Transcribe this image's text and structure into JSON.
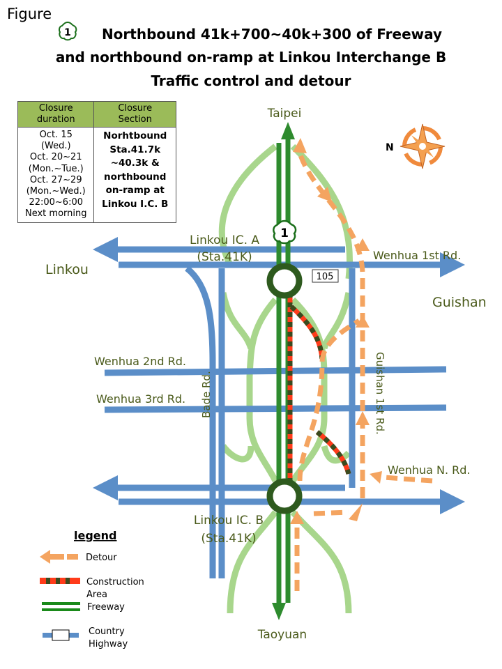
{
  "figure_label": "Figure",
  "title": {
    "freeway_number": "1",
    "line1": "Northbound 41k+700~40k+300 of Freeway",
    "line2": "and northbound on-ramp at  Linkou Interchange B",
    "line3": "Traffic control and detour"
  },
  "table": {
    "headers": [
      [
        "Closure",
        "duration"
      ],
      [
        "Closure",
        "Section"
      ]
    ],
    "duration": [
      "Oct. 15",
      "(Wed.)",
      "Oct. 20~21",
      "(Mon.~Tue.)",
      "Oct. 27~29",
      "(Mon.~Wed.)",
      "22:00~6:00",
      "Next morning"
    ],
    "section": [
      "Norhtbound",
      "Sta.41.7k",
      "~40.3k &",
      "northbound",
      "on-ramp at",
      "Linkou I.C. B"
    ]
  },
  "compass": {
    "label": "N"
  },
  "map": {
    "taipei": "Taipei",
    "taoyuan": "Taoyuan",
    "linkou": "Linkou",
    "guishan": "Guishan",
    "ic_a": "Linkou IC. A",
    "ic_a_sta": "(Sta.41K)",
    "ic_b": "Linkou IC. B",
    "ic_b_sta": "(Sta.41K)",
    "wenhua1": "Wenhua 1st Rd.",
    "wenhua2": "Wenhua 2nd Rd.",
    "wenhua3": "Wenhua 3rd Rd.",
    "wenhuan": "Wenhua N. Rd.",
    "bade": "Bade Rd.",
    "guishan1": "Guishan 1st Rd.",
    "route105": "105",
    "freeway_shield": "1"
  },
  "legend": {
    "title": "legend",
    "detour": "Detour",
    "construction1": "Construction",
    "construction2": "Area",
    "freeway": "Freeway",
    "highway1": "Country",
    "highway2": "Highway"
  },
  "colors": {
    "road": "#5b8ec8",
    "freeway": "#2e8b2e",
    "ramp": "#a8d68c",
    "detour": "#f4a460",
    "construction": "#ff3b1a",
    "label": "#4a5a1a"
  }
}
